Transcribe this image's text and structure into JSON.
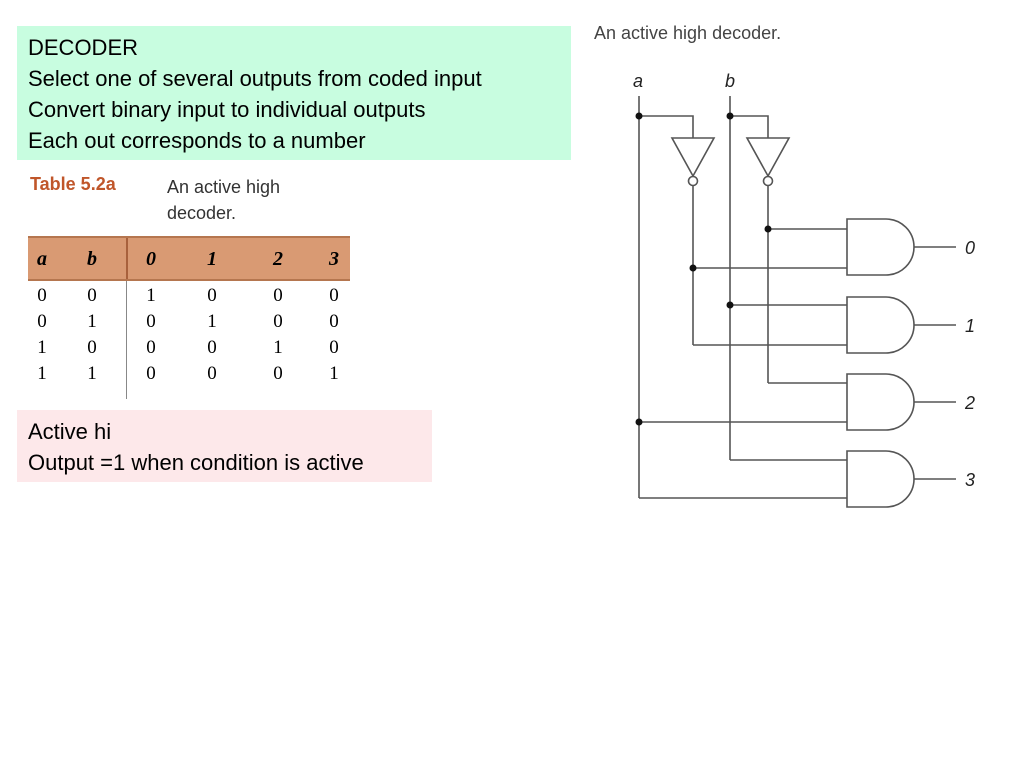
{
  "decoder_box": {
    "lines": [
      "DECODER",
      "Select one of several outputs from coded input",
      "Convert binary input to individual outputs",
      "Each out corresponds to a number"
    ]
  },
  "table": {
    "id": "Table 5.2a",
    "description": "An active high decoder.",
    "headers": [
      "a",
      "b",
      "0",
      "1",
      "2",
      "3"
    ],
    "rows": [
      [
        "0",
        "0",
        "1",
        "0",
        "0",
        "0"
      ],
      [
        "0",
        "1",
        "0",
        "1",
        "0",
        "0"
      ],
      [
        "1",
        "0",
        "0",
        "0",
        "1",
        "0"
      ],
      [
        "1",
        "1",
        "0",
        "0",
        "0",
        "1"
      ]
    ]
  },
  "active_box": {
    "lines": [
      "Active hi",
      "Output =1 when condition is active"
    ]
  },
  "circuit": {
    "title": "An active high decoder.",
    "inputs": [
      "a",
      "b"
    ],
    "outputs": [
      "0",
      "1",
      "2",
      "3"
    ]
  }
}
